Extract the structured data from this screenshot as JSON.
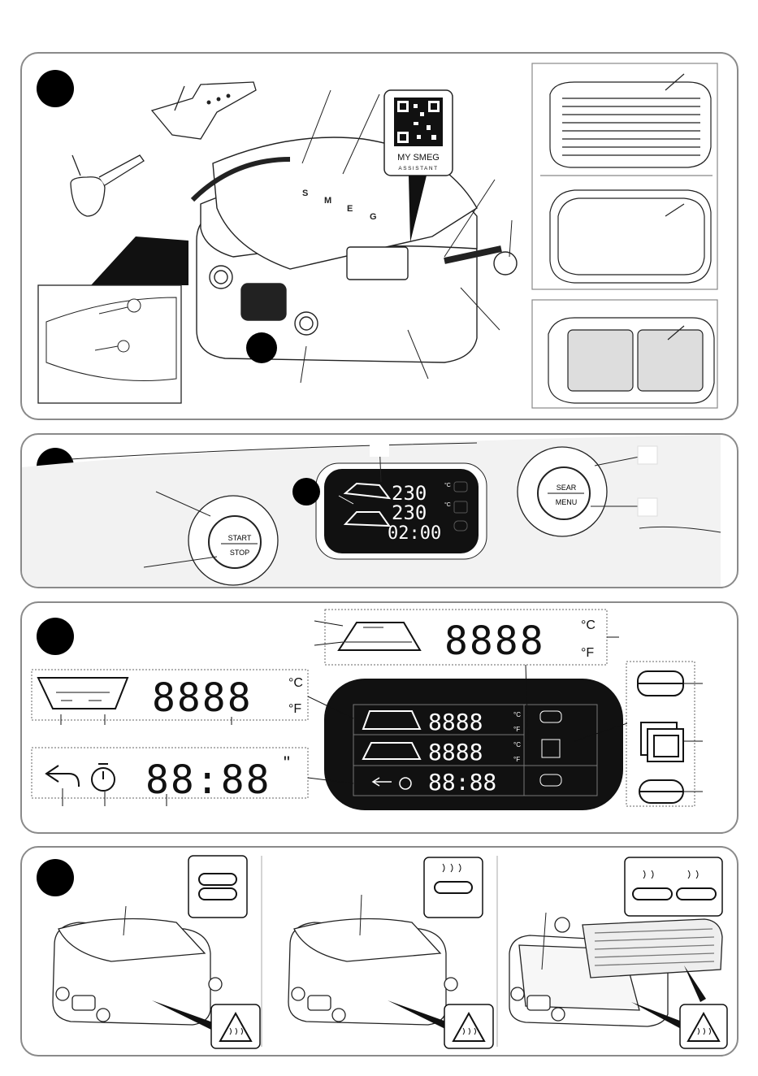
{
  "panel1": {
    "qr_line1": "MY SMEG",
    "qr_line2": "ASSISTANT",
    "brand_letters": [
      "S",
      "M",
      "E",
      "G"
    ],
    "knob_left_label": "SEAR MENU",
    "knob_right_label": "START STOP"
  },
  "panel2": {
    "display_top": "230",
    "display_mid": "230",
    "display_time": "02:00",
    "unit_c": "°C",
    "start_label": "START",
    "stop_label": "STOP",
    "sear_label": "SEAR",
    "menu_label": "MENU"
  },
  "panel3": {
    "digits_top": "8888",
    "digits_left": "8888",
    "digits_timer": "88:88",
    "unit_c": "°C",
    "unit_f": "°F",
    "seconds_mark": "\"",
    "lcd_row1": "8888",
    "lcd_row2": "8888",
    "lcd_row3": "88:88"
  },
  "panel4": {
    "icon_warning": "hot-surface-warning-icon"
  },
  "colors": {
    "border": "#8a8a8a",
    "lcd_bg": "#111111",
    "ink": "#111111"
  }
}
